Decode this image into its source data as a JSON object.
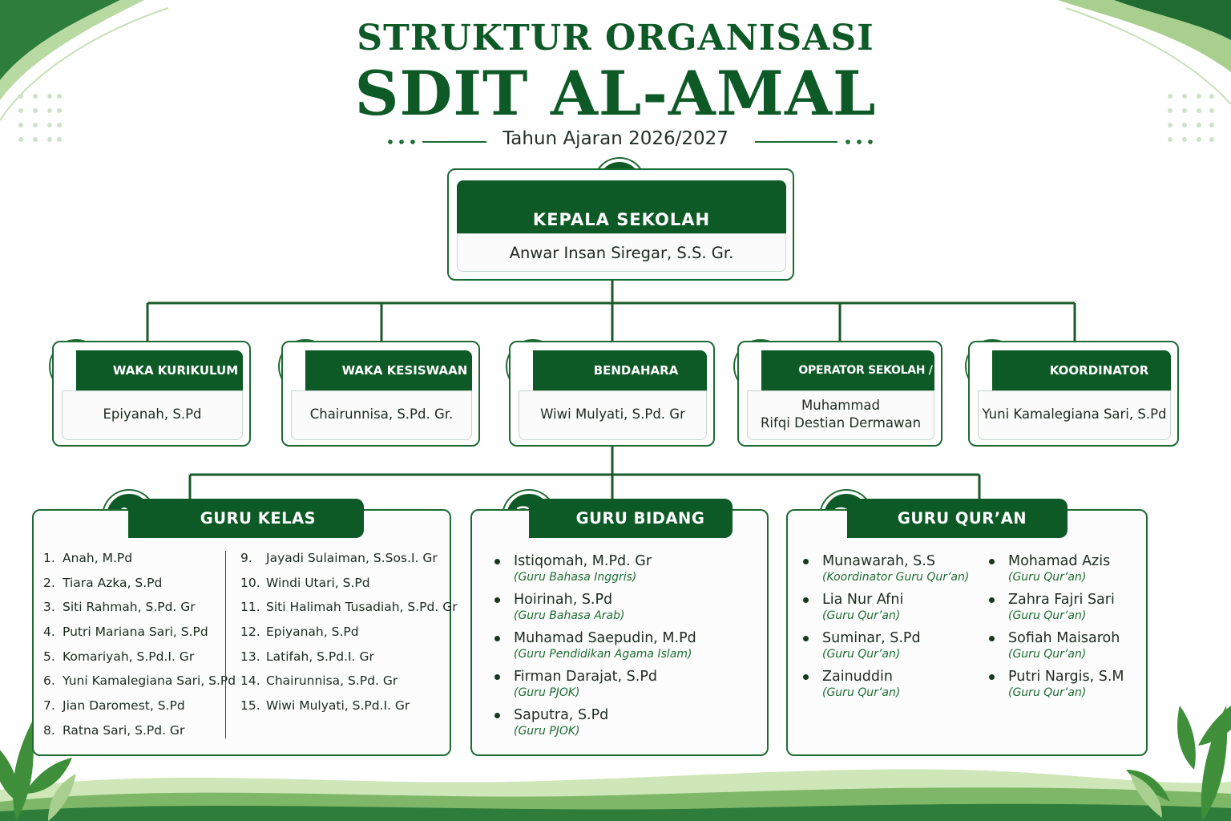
{
  "title": {
    "line1": "STRUKTUR ORGANISASI",
    "line2": "SDIT AL-AMAL",
    "year": "Tahun Ajaran 2026/2027"
  },
  "kepala": {
    "title": "KEPALA SEKOLAH",
    "name": "Anwar Insan Siregar, S.S. Gr.",
    "icon": "school-icon"
  },
  "staff": [
    {
      "title": "WAKA KURIKULUM",
      "name": "Epiyanah, S.Pd",
      "icon": "book-icon"
    },
    {
      "title": "WAKA KESISWAAN",
      "name": "Chairunnisa, S.Pd. Gr.",
      "icon": "users-icon"
    },
    {
      "title": "BENDAHARA SEKOLAH",
      "name": "Wiwi Mulyati, S.Pd. Gr",
      "icon": "wallet-icon"
    },
    {
      "title": "OPERATOR SEKOLAH / TU",
      "name_line1": "Muhammad",
      "name_line2": "Rifqi Destian Dermawan",
      "icon": "monitor-icon"
    },
    {
      "title": "KOORDINATOR HUMAS",
      "name": "Yuni Kamalegiana Sari, S.Pd",
      "icon": "megaphone-icon"
    }
  ],
  "guru_kelas": {
    "title": "GURU KELAS",
    "icon": "users-icon",
    "left": [
      {
        "no": "1.",
        "name": "Anah, M.Pd"
      },
      {
        "no": "2.",
        "name": "Tiara Azka, S.Pd"
      },
      {
        "no": "3.",
        "name": "Siti Rahmah, S.Pd. Gr"
      },
      {
        "no": "4.",
        "name": "Putri Mariana Sari, S.Pd"
      },
      {
        "no": "5.",
        "name": "Komariyah, S.Pd.I. Gr"
      },
      {
        "no": "6.",
        "name": "Yuni Kamalegiana Sari, S.Pd"
      },
      {
        "no": "7.",
        "name": "Jian Daromest, S.Pd"
      },
      {
        "no": "8.",
        "name": "Ratna Sari, S.Pd. Gr"
      }
    ],
    "right": [
      {
        "no": "9.",
        "name": "Jayadi Sulaiman, S.Sos.I. Gr"
      },
      {
        "no": "10.",
        "name": "Windi Utari, S.Pd"
      },
      {
        "no": "11.",
        "name": "Siti Halimah Tusadiah, S.Pd. Gr"
      },
      {
        "no": "12.",
        "name": "Epiyanah, S.Pd"
      },
      {
        "no": "13.",
        "name": "Latifah, S.Pd.I. Gr"
      },
      {
        "no": "14.",
        "name": "Chairunnisa, S.Pd. Gr"
      },
      {
        "no": "15.",
        "name": "Wiwi Mulyati, S.Pd.I. Gr"
      }
    ]
  },
  "guru_bidang": {
    "title": "GURU BIDANG",
    "icon": "book-icon",
    "items": [
      {
        "name": "Istiqomah, M.Pd. Gr",
        "role": "(Guru Bahasa Inggris)"
      },
      {
        "name": "Hoirinah, S.Pd",
        "role": "(Guru Bahasa Arab)"
      },
      {
        "name": "Muhamad Saepudin, M.Pd",
        "role": "(Guru Pendidikan Agama Islam)"
      },
      {
        "name": "Firman Darajat, S.Pd",
        "role": "(Guru PJOK)"
      },
      {
        "name": "Saputra, S.Pd",
        "role": "(Guru PJOK)"
      }
    ]
  },
  "guru_quran": {
    "title": "GURU QUR’AN",
    "icon": "quran-icon",
    "left": [
      {
        "name": "Munawarah, S.S",
        "role": "(Koordinator Guru Qur’an)"
      },
      {
        "name": "Lia Nur Afni",
        "role": "(Guru Qur’an)"
      },
      {
        "name": "Suminar, S.Pd",
        "role": "(Guru Qur’an)"
      },
      {
        "name": "Zainuddin",
        "role": "(Guru Qur’an)"
      }
    ],
    "right": [
      {
        "name": "Mohamad Azis",
        "role": "(Guru Qur’an)"
      },
      {
        "name": "Zahra Fajri Sari",
        "role": "(Guru Qur’an)"
      },
      {
        "name": "Sofiah Maisaroh",
        "role": "(Guru Qur’an)"
      },
      {
        "name": "Putri Nargis, S.M",
        "role": "(Guru Qur’an)"
      }
    ]
  },
  "colors": {
    "primary": "#0d5a27",
    "border": "#1d6b33",
    "light": "#a9cf8e"
  }
}
